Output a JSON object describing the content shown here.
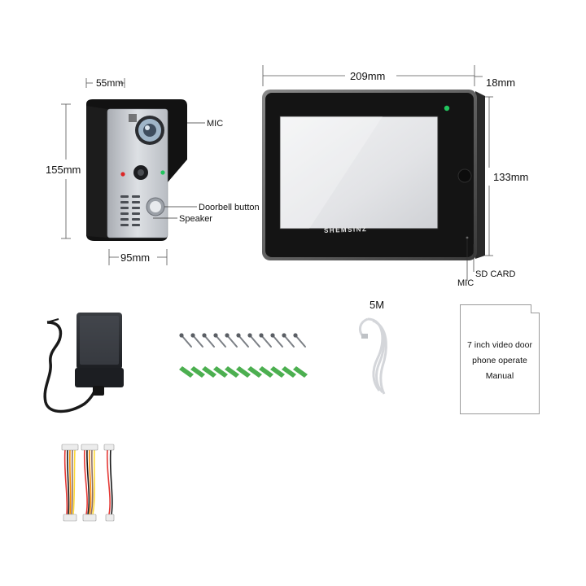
{
  "outdoor_unit": {
    "width_label": "55mm",
    "height_label": "155mm",
    "depth_label": "95mm",
    "mic_label": "MIC",
    "doorbell_label": "Doorbell button",
    "speaker_label": "Speaker"
  },
  "monitor": {
    "width_label": "209mm",
    "depth_label": "18mm",
    "height_label": "133mm",
    "brand": "SHEMSINZ",
    "sd_label": "SD CARD",
    "mic_label": "MIC"
  },
  "accessories": {
    "cable_length_label": "5M",
    "manual_lines": [
      "7 inch video door",
      "phone operate",
      "Manual"
    ]
  },
  "colors": {
    "bezel": "#141414",
    "frame": "#6d6d6d",
    "plate": "#c8ccd2",
    "screen_glare": "#e9eaec",
    "anchor_green": "#4caf50",
    "led_green": "#22c55e",
    "led_red": "#dc2626"
  }
}
